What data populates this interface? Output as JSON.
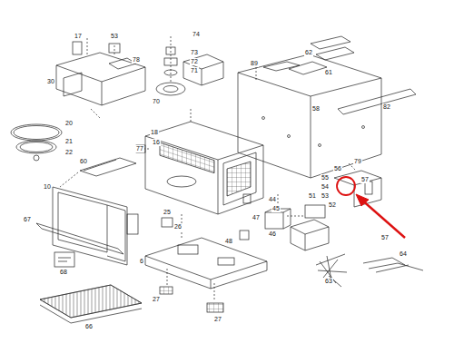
{
  "diagram": {
    "labels": [
      "17",
      "53",
      "78",
      "30",
      "74",
      "73",
      "72",
      "71",
      "70",
      "20",
      "21",
      "22",
      "18",
      "77",
      "16",
      "60",
      "10",
      "67",
      "68",
      "66",
      "25",
      "26",
      "6",
      "27",
      "27",
      "44",
      "45",
      "47",
      "48",
      "46",
      "51",
      "89",
      "62",
      "61",
      "58",
      "82",
      "56",
      "79",
      "55",
      "54",
      "53",
      "52",
      "57",
      "57",
      "63",
      "64"
    ]
  }
}
